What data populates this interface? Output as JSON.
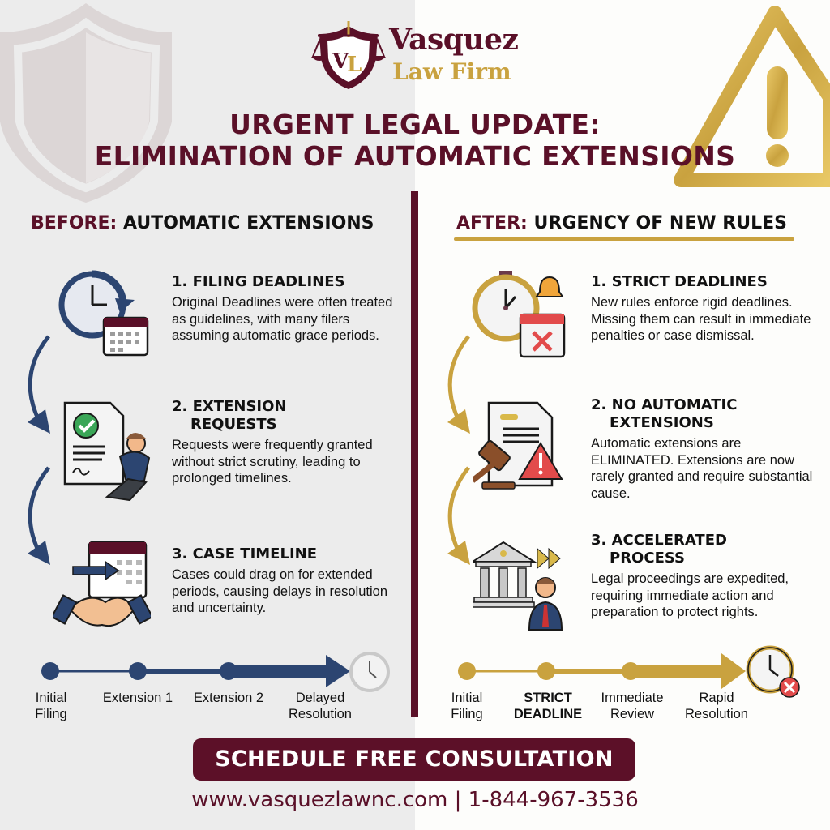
{
  "brand": {
    "logo_initials": "VL",
    "name": "Vasquez",
    "subname": "Law Firm"
  },
  "title": {
    "line1": "URGENT LEGAL UPDATE:",
    "line2": "ELIMINATION OF AUTOMATIC EXTENSIONS"
  },
  "colors": {
    "maroon": "#5a1028",
    "gold": "#c9a23f",
    "navy": "#2c4571",
    "left_bg": "#ececec",
    "right_bg": "#fdfdfb"
  },
  "before": {
    "prefix": "BEFORE:",
    "heading": "AUTOMATIC EXTENSIONS",
    "items": [
      {
        "title": "1. FILING DEADLINES",
        "title2": "",
        "body": "Original Deadlines were often treated as guidelines, with many filers assuming automatic grace periods.",
        "icon": "clock-calendar-icon"
      },
      {
        "title": "2. EXTENSION",
        "title2": "REQUESTS",
        "body": "Requests were frequently granted without strict scrutiny, leading to prolonged timelines.",
        "icon": "approved-document-relaxed-person-icon"
      },
      {
        "title": "3. CASE TIMELINE",
        "title2": "",
        "body": "Cases could drag on for extended periods, causing delays in resolution and uncertainty.",
        "icon": "handshake-calendar-icon"
      }
    ],
    "timeline": [
      {
        "label1": "Initial",
        "label2": "Filing"
      },
      {
        "label1": "Extension 1",
        "label2": ""
      },
      {
        "label1": "Extension 2",
        "label2": ""
      },
      {
        "label1": "Delayed",
        "label2": "Resolution"
      }
    ]
  },
  "after": {
    "prefix": "AFTER:",
    "heading": "URGENCY OF NEW RULES",
    "items": [
      {
        "title": "1. STRICT DEADLINES",
        "title2": "",
        "body": "New rules enforce rigid deadlines. Missing them can result in immediate penalties or case dismissal.",
        "icon": "stopwatch-alarm-calendar-x-icon"
      },
      {
        "title": "2. NO AUTOMATIC",
        "title2": "EXTENSIONS",
        "body": "Automatic extensions are ELIMINATED. Extensions are now rarely granted and require substantial cause.",
        "icon": "gavel-document-warning-icon"
      },
      {
        "title": "3. ACCELERATED",
        "title2": "PROCESS",
        "body": "Legal proceedings are expedited, requiring immediate action and preparation to protect rights.",
        "icon": "courthouse-fast-forward-stressed-person-icon"
      }
    ],
    "timeline": [
      {
        "label1": "Initial",
        "label2": "Filing"
      },
      {
        "label1": "STRICT",
        "label2": "DEADLINE"
      },
      {
        "label1": "Immediate",
        "label2": "Review"
      },
      {
        "label1": "Rapid",
        "label2": "Resolution"
      }
    ]
  },
  "cta": {
    "label": "SCHEDULE FREE CONSULTATION"
  },
  "contact": {
    "text": "www.vasquezlawnc.com | 1-844-967-3536"
  }
}
